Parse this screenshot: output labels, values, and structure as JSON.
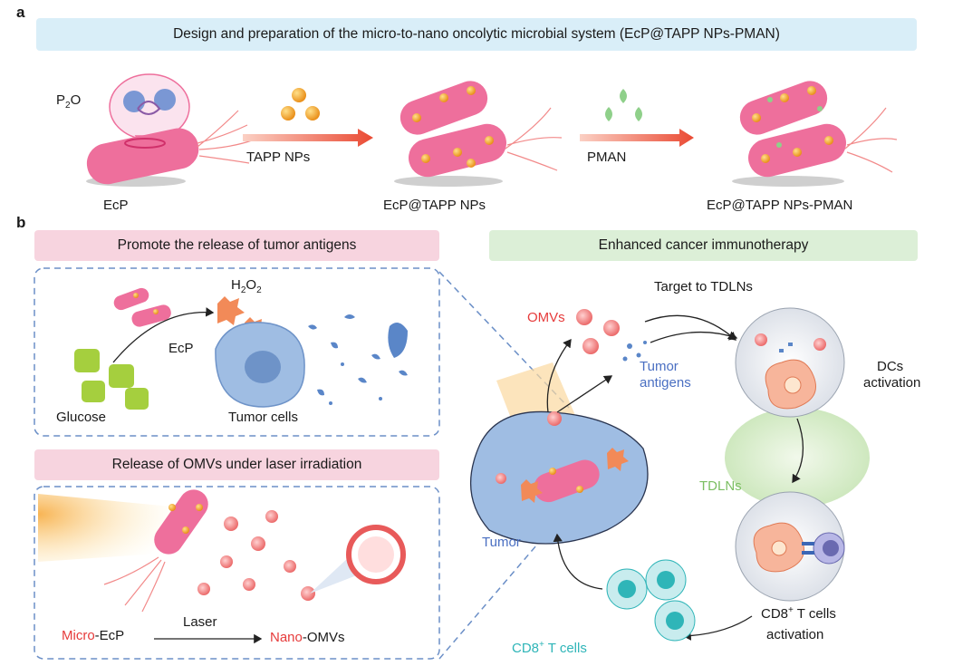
{
  "panel_a": {
    "letter": "a",
    "banner": "Design and preparation of the micro-to-nano oncolytic microbial system (EcP@TAPP NPs-PMAN)",
    "p2o_main": "P",
    "p2o_sub": "2",
    "p2o_tail": "O",
    "arrow1_label": "TAPP NPs",
    "arrow2_label": "PMAN",
    "stage1": "EcP",
    "stage2": "EcP@TAPP NPs",
    "stage3": "EcP@TAPP NPs-PMAN"
  },
  "panel_b": {
    "letter": "b",
    "box1_title": "Promote the release of tumor antigens",
    "box2_title": "Release of OMVs under laser irradiation",
    "right_title": "Enhanced cancer immunotherapy",
    "h2o2_h": "H",
    "h2o2_2a": "2",
    "h2o2_o": "O",
    "h2o2_2b": "2",
    "ecp": "EcP",
    "glucose": "Glucose",
    "tumor_cells": "Tumor cells",
    "micro_a": "Micro",
    "micro_b": "-EcP",
    "laser": "Laser",
    "nano_a": "Nano",
    "nano_b": "-OMVs",
    "target": "Target to TDLNs",
    "omvs": "OMVs",
    "tumor_antigens_1": "Tumor",
    "tumor_antigens_2": "antigens",
    "dcs_1": "DCs",
    "dcs_2": "activation",
    "tdlns": "TDLNs",
    "tumor": "Tumor",
    "cd8_label_a": "CD8",
    "cd8_label_sup": "+",
    "cd8_label_b": " T cells",
    "cd8_act_a": "CD8",
    "cd8_act_sup": "+",
    "cd8_act_b": " T cells",
    "cd8_act_c": "activation"
  },
  "colors": {
    "banner_blue": "#d9eef8",
    "banner_pink": "#f7d4df",
    "banner_green": "#dcefd7",
    "bacterium": "#ee6f9c",
    "nanoparticle": "#f2a93b",
    "red": "#e63b3b",
    "blue": "#4a6fc2",
    "green": "#7cbf63",
    "teal": "#2fb5b8"
  }
}
